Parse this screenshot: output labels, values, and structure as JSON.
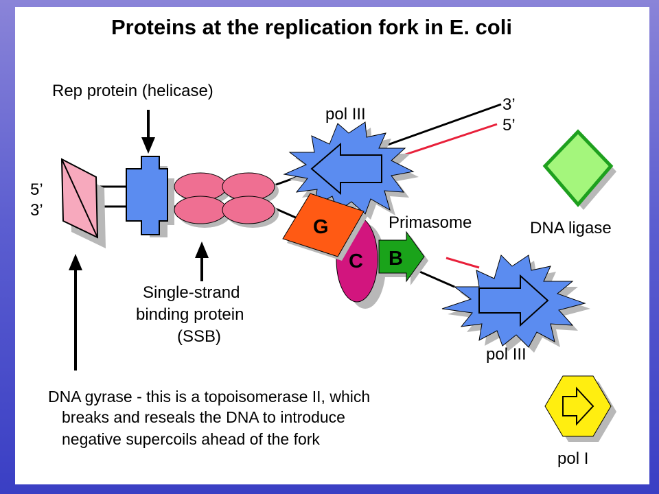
{
  "title": "Proteins at the replication fork in E. coli",
  "labels": {
    "rep_protein": "Rep protein (helicase)",
    "pol3_top": "pol III",
    "pol3_bottom": "pol III",
    "strand_3_top": "3’",
    "strand_5_top": "5’",
    "strand_5_left": "5’",
    "strand_3_left": "3’",
    "primasome": "Primasome",
    "dna_ligase": "DNA ligase",
    "ssb_line1": "Single-strand",
    "ssb_line2": "binding protein",
    "ssb_line3": "(SSB)",
    "pol1": "pol I",
    "gyrase_line1": "DNA gyrase - this is a topoisomerase II, which",
    "gyrase_line2": "breaks and reseals the DNA to introduce",
    "gyrase_line3": "negative supercoils ahead of the fork"
  },
  "shapes": {
    "g_letter": "G",
    "c_letter": "C",
    "b_letter": "B"
  },
  "colors": {
    "background": "#5c5ed0",
    "slide": "#ffffff",
    "blue_protein": "#5b8cf0",
    "ssb_pink": "#ef6f92",
    "gyrase_pink": "#f7a9bd",
    "dnaG_orange": "#ff5a14",
    "dnaC_magenta": "#d2157e",
    "dnaB_green": "#1aa31a",
    "ligase_green": "#a4f67c",
    "pol1_yellow": "#ffee10",
    "red_strand": "#e8203a",
    "shadow": "#b8b8b8"
  }
}
